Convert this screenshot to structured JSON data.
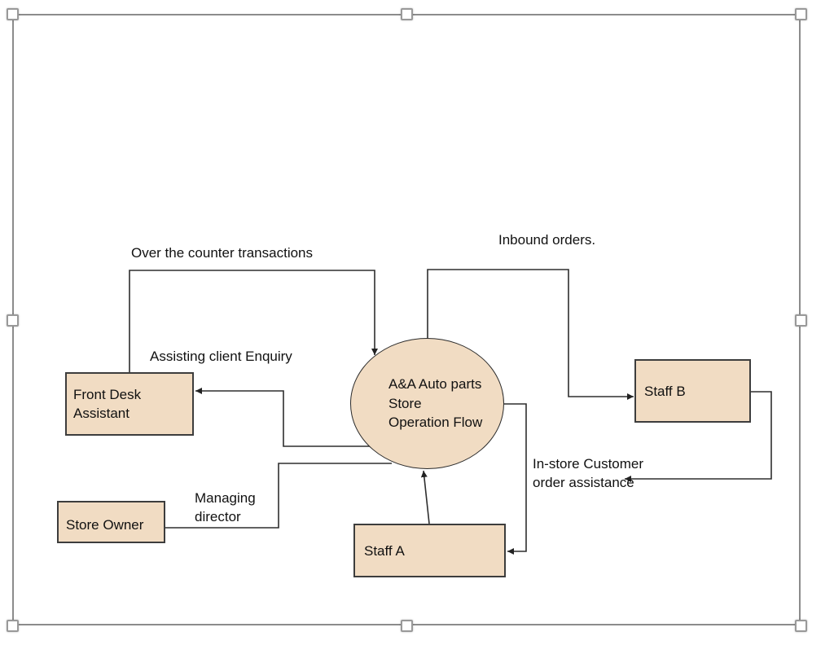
{
  "colors": {
    "shape_fill": "#f1dcc3",
    "shape_border": "#3d3d3d",
    "connector": "#2e2e2e",
    "frame": "#8c8c8c",
    "text": "#111111",
    "canvas_bg": "#ffffff"
  },
  "diagram": {
    "process": {
      "label": "A&A Auto parts Store Operation Flow"
    },
    "entities": {
      "front_desk": {
        "label": "Front Desk Assistant"
      },
      "store_owner": {
        "label": "Store Owner"
      },
      "staff_a": {
        "label": "Staff A"
      },
      "staff_b": {
        "label": "Staff B"
      }
    },
    "flows": {
      "over_counter": {
        "label": "Over the counter transactions"
      },
      "inbound": {
        "label": "Inbound orders."
      },
      "assisting": {
        "label": "Assisting client Enquiry"
      },
      "managing": {
        "label": "Managing director"
      },
      "instore": {
        "label": "In-store Customer order assistance"
      }
    }
  }
}
